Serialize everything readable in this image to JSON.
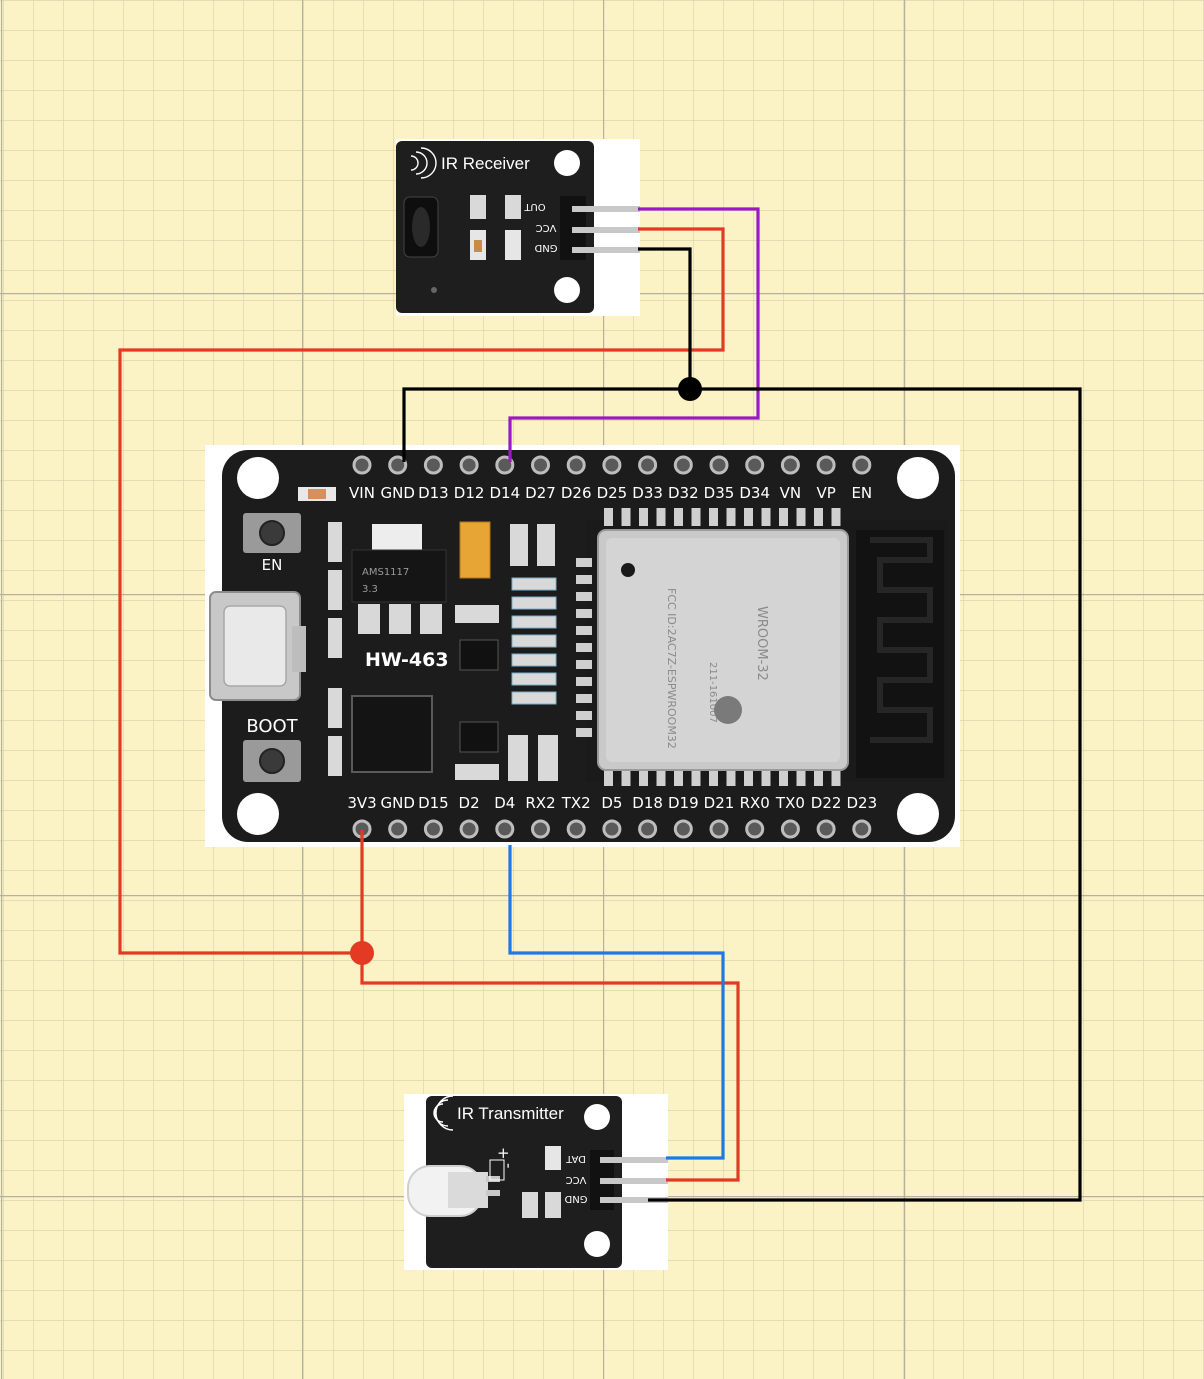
{
  "colors": {
    "background": "#fbf2c6",
    "grid_minor": "#d8d0ad",
    "grid_major": "#b5b0a0",
    "pcb": "#1c1c1c",
    "wire_red": "#e33a24",
    "wire_black": "#000000",
    "wire_purple": "#9b19c4",
    "wire_blue": "#1a7be6"
  },
  "ir_receiver": {
    "title": "IR  Receiver",
    "icon": "signal-waves-icon",
    "pins": [
      "OUT",
      "VCC",
      "GND"
    ]
  },
  "ir_transmitter": {
    "title": "IR Transmitter",
    "icon": "signal-waves-icon",
    "pins": [
      "DAT",
      "VCC",
      "GND"
    ],
    "led_marks": [
      "+",
      "-"
    ]
  },
  "esp32": {
    "board_name": "HW-463",
    "top_pins": [
      "VIN",
      "GND",
      "D13",
      "D12",
      "D14",
      "D27",
      "D26",
      "D25",
      "D33",
      "D32",
      "D35",
      "D34",
      "VN",
      "VP",
      "EN"
    ],
    "bottom_pins": [
      "3V3",
      "GND",
      "D15",
      "D2",
      "D4",
      "RX2",
      "TX2",
      "D5",
      "D18",
      "D19",
      "D21",
      "RX0",
      "TX0",
      "D22",
      "D23"
    ],
    "buttons": {
      "en": "EN",
      "boot": "BOOT"
    },
    "regulator_text": [
      "AMS1117",
      "3.3 "
    ],
    "module_text": [
      "FCC ID:2AC7Z-ESPWROOM32",
      "WROOM-32",
      "211-161007"
    ]
  },
  "connections": [
    {
      "from": "IR Receiver OUT",
      "to": "D14",
      "color": "purple"
    },
    {
      "from": "IR Receiver VCC",
      "to": "3V3",
      "color": "red"
    },
    {
      "from": "IR Receiver GND",
      "to": "GND",
      "color": "black"
    },
    {
      "from": "IR Transmitter DAT",
      "to": "D4",
      "color": "blue"
    },
    {
      "from": "IR Transmitter VCC",
      "to": "3V3",
      "color": "red"
    },
    {
      "from": "IR Transmitter GND",
      "to": "GND",
      "color": "black"
    }
  ]
}
